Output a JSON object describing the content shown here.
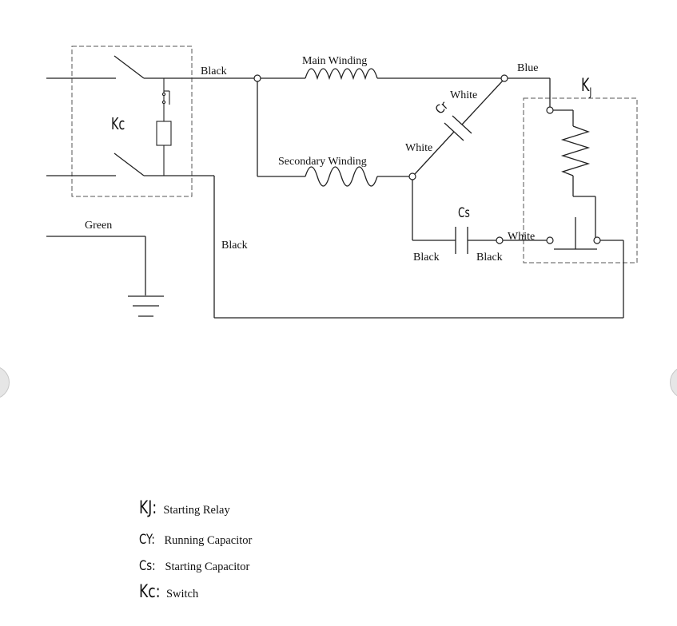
{
  "diagram": {
    "labels": {
      "black_top": "Black",
      "main_winding": "Main Winding",
      "blue": "Blue",
      "kj": "K",
      "kj_sub": "J",
      "white_cr": "White",
      "cr": "Cr",
      "kc": "Kc",
      "white_left": "White",
      "secondary_winding": "Secondary Winding",
      "cs": "Cs",
      "white_cs": "White",
      "green": "Green",
      "black_mid": "Black",
      "black_cs_left": "Black",
      "black_cs_right": "Black"
    }
  },
  "legend": [
    {
      "symbol": "KJ:",
      "text": "Starting Relay"
    },
    {
      "symbol": "CY:",
      "text": "Running Capacitor"
    },
    {
      "symbol": "Cs:",
      "text": "Starting Capacitor"
    },
    {
      "symbol": "Kc:",
      "text": "Switch"
    }
  ],
  "nav": {
    "prev_icon": "chevron-left-icon",
    "next_icon": "chevron-right-icon"
  }
}
